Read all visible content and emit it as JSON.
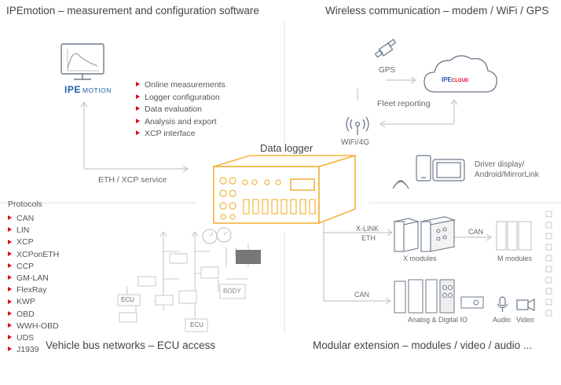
{
  "quadrants": {
    "top_left": "IPEmotion – measurement and configuration software",
    "top_right": "Wireless communication – modem / WiFi / GPS",
    "bottom_left": "Vehicle bus networks – ECU access",
    "bottom_right": "Modular extension – modules / video / audio ..."
  },
  "software": {
    "logo_ipe": "IPE",
    "logo_motion": "MOTION",
    "features": [
      "Online measurements",
      "Logger configuration",
      "Data evaluation",
      "Analysis and export",
      "XCP interface"
    ]
  },
  "center": {
    "title": "Data logger",
    "eth_label": "ETH / XCP service"
  },
  "wireless": {
    "gps": "GPS",
    "fleet": "Fleet reporting",
    "wifi": "WiFi/4G",
    "cloud_ipe": "IPE",
    "cloud_text": "CLOUD",
    "driver_display": [
      "Driver display/",
      "Android/MirrorLink"
    ]
  },
  "modules": {
    "xlink": "X-LINK",
    "eth": "ETH",
    "can_top": "CAN",
    "can_bottom": "CAN",
    "x_modules": "X modules",
    "m_modules": "M modules",
    "analog_digital": "Analog & Digital IO",
    "audio": "Audio",
    "video": "Video"
  },
  "protocols": {
    "title": "Protocols",
    "items": [
      "CAN",
      "LIN",
      "XCP",
      "XCPonETH",
      "CCP",
      "GM-LAN",
      "FlexRay",
      "KWP",
      "OBD",
      "WWH-OBD",
      "UDS",
      "J1939"
    ]
  },
  "bus": {
    "ecu1": "ECU",
    "ecu2": "ECU",
    "body": "BODY"
  },
  "colors": {
    "accent_red": "#e2001a",
    "logger_orange": "#f2b33d",
    "line_gray": "#c8c8c8",
    "brand_blue": "#1f5fa8"
  }
}
